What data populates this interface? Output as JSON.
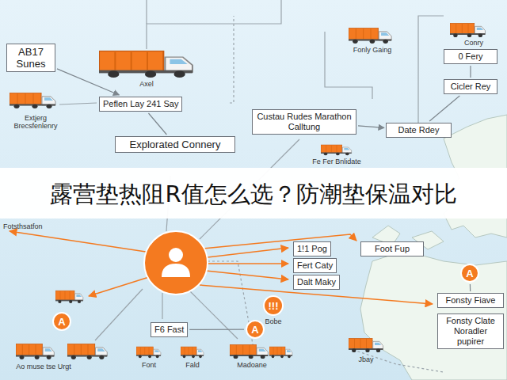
{
  "diagram": {
    "title": "露营垫热阻R值怎么选？防潮垫保温对比",
    "nodes": [
      {
        "text": [
          "AB17 Sunes"
        ]
      },
      {
        "text": [
          "Peflen Lay 241 Say"
        ]
      },
      {
        "text": [
          "Custau Rudes Marathon Calltung"
        ]
      },
      {
        "text": [
          "Explorated Connery"
        ]
      },
      {
        "text": [
          "0 Fery"
        ]
      },
      {
        "text": [
          "Cicler Rey"
        ]
      },
      {
        "text": [
          "Date Rdey"
        ]
      },
      {
        "text": [
          "1!1 Pog"
        ]
      },
      {
        "text": [
          "Fert Caty"
        ]
      },
      {
        "text": [
          "Dalt Maky"
        ]
      },
      {
        "text": [
          "Foot Fup"
        ]
      },
      {
        "text": [
          "A"
        ]
      },
      {
        "text": [
          "Fonsty Fiave"
        ]
      },
      {
        "text": [
          "Fonsty Clate Noradler pupirer"
        ]
      },
      {
        "text": [
          "!!!"
        ]
      },
      {
        "text": [
          "A"
        ]
      },
      {
        "text": [
          "F6 Fast"
        ]
      },
      {
        "text": [
          "A"
        ]
      }
    ],
    "edges": [
      {
        "from": 0,
        "to": 1,
        "arrow": "to"
      },
      {
        "from": 1,
        "to": 3,
        "arrow": "none"
      },
      {
        "from": 2,
        "to": 6,
        "arrow": "to"
      },
      {
        "from": 6,
        "to": 5,
        "arrow": "none"
      },
      {
        "from": 5,
        "to": 4,
        "arrow": "none"
      },
      {
        "from": 11,
        "to": 12,
        "arrow": "none"
      },
      {
        "from": 16,
        "to": 17,
        "arrow": "none"
      }
    ],
    "labels": [
      "Axel",
      "Extjerg Brecsfenlenry",
      "Fonly Gaing",
      "Conry",
      "Fe Fer Bnlidate",
      "Fotsthsatfon",
      "Bobe",
      "Ao muse tse Urgt",
      "Font",
      "Fald",
      "Madoane",
      "Jbay"
    ]
  }
}
